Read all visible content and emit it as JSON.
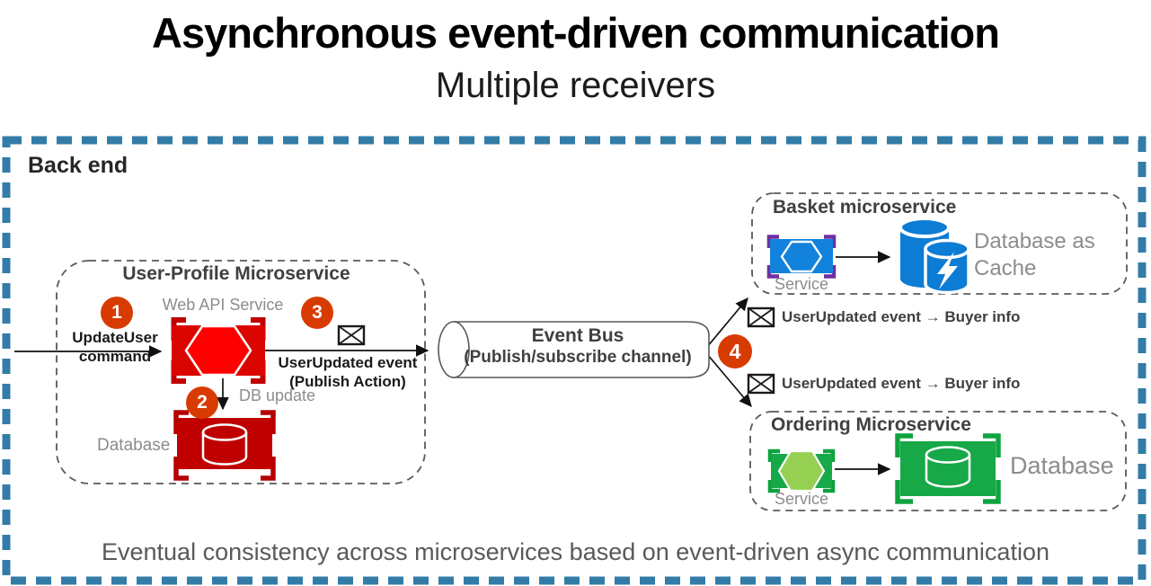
{
  "title": "Asynchronous event-driven communication",
  "subtitle": "Multiple receivers",
  "backend": {
    "label": "Back end"
  },
  "user_profile": {
    "title": "User-Profile Microservice",
    "web_api_label": "Web API Service",
    "step1": "1",
    "step2": "2",
    "step3": "3",
    "update_user_command": "UpdateUser\ncommand",
    "user_updated_event": "UserUpdated event\n(Publish Action)",
    "db_update_label": "DB update",
    "database_label": "Database"
  },
  "event_bus": {
    "title": "Event Bus",
    "subtitle": "(Publish/subscribe channel)",
    "step4": "4"
  },
  "messages": [
    {
      "label": "UserUpdated event → Buyer info"
    },
    {
      "label": "UserUpdated event → Buyer info"
    }
  ],
  "basket": {
    "title": "Basket microservice",
    "service_label": "Service",
    "database_label": "Database as\nCache"
  },
  "ordering": {
    "title": "Ordering Microservice",
    "service_label": "Service",
    "database_label": "Database"
  },
  "footer": "Eventual consistency across microservices based on event-driven async communication",
  "colors": {
    "boundary_blue": "#337CA8",
    "step_orange": "#D83B01",
    "red_service_box": "#DB0500",
    "red_database_box": "#C00000",
    "red_hexagon": "#FF0000",
    "blue_service_box": "#1282DC",
    "purple_brackets": "#7030A0",
    "green_box": "#17A848",
    "green_hexagon": "#95D053",
    "redis_blue": "#0D7CD4",
    "dashed_gray": "#595959",
    "label_gray": "#8C8C8C",
    "heading_gray": "#404040"
  }
}
